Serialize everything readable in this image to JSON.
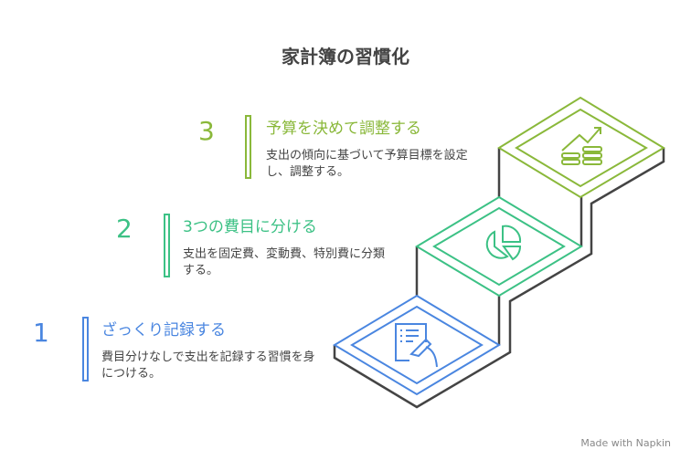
{
  "title": "家計簿の習慣化",
  "steps": [
    {
      "number": "1",
      "title": "ざっくり記録する",
      "description": "費目分けなしで支出を記録する習慣を身につける。",
      "color": "#4a86e0",
      "icon": "document-writing-icon"
    },
    {
      "number": "2",
      "title": "3つの費目に分ける",
      "description": "支出を固定費、変動費、特別費に分類する。",
      "color": "#3cc185",
      "icon": "pie-chart-icon"
    },
    {
      "number": "3",
      "title": "予算を決めて調整する",
      "description": "支出の傾向に基づいて予算目標を設定し、調整する。",
      "color": "#8ab83a",
      "icon": "growth-coins-icon"
    }
  ],
  "watermark": "Made with Napkin"
}
